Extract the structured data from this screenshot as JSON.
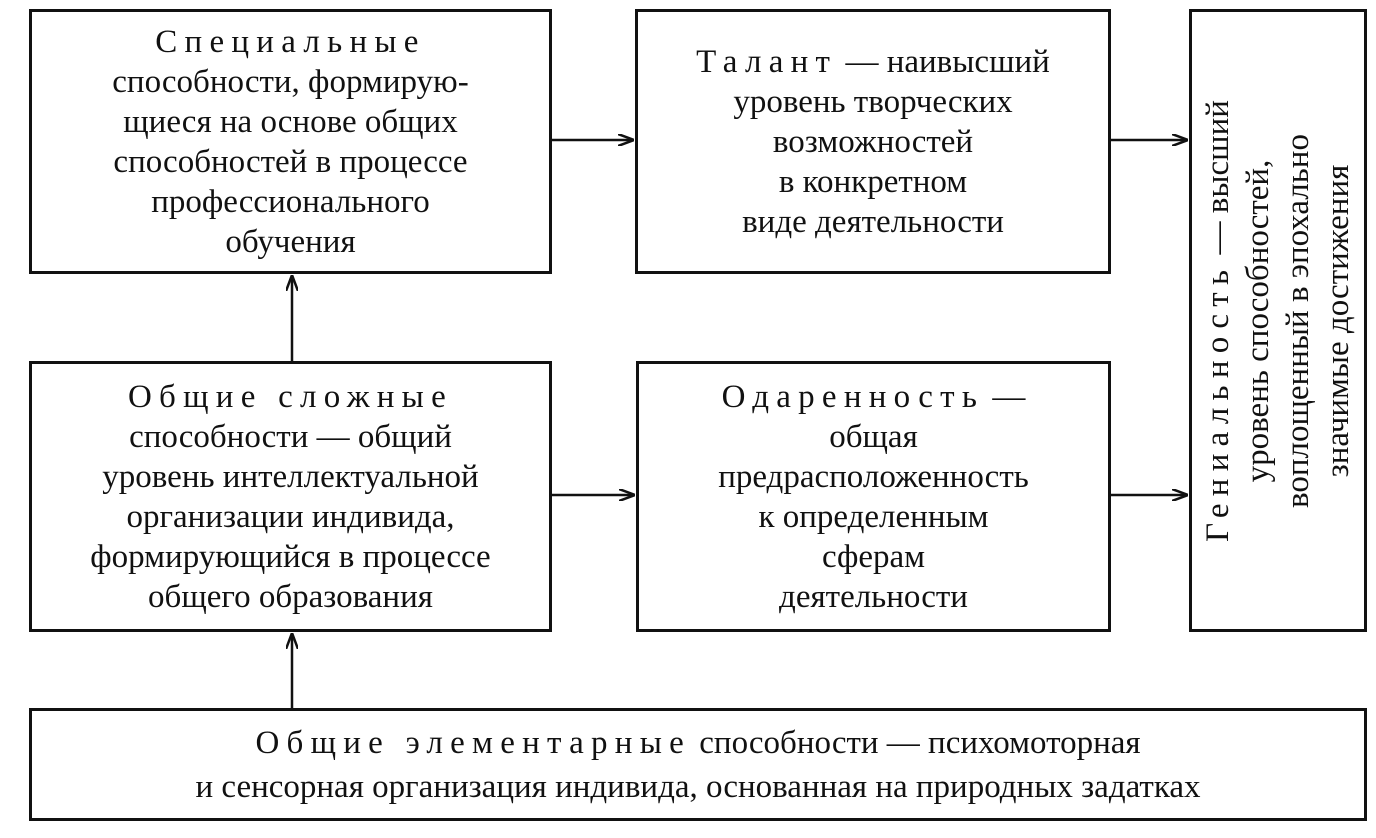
{
  "boxes": {
    "special": {
      "lines": [
        "Специальные",
        "способности, формирую-",
        "щиеся на основе общих",
        "способностей в процессе",
        "профессионального",
        "обучения"
      ]
    },
    "talent": {
      "head": "Талант",
      "lines": [
        "— наивысший",
        "уровень творческих",
        "возможностей",
        "в конкретном",
        "виде деятельности"
      ]
    },
    "general": {
      "lines": [
        "Общие сложные",
        "способности — общий",
        "уровень интеллектуальной",
        "организации индивида,",
        "формирующийся в процессе",
        "общего образования"
      ]
    },
    "gift": {
      "head": "Одаренность",
      "lines": [
        "—",
        "общая",
        "предрасположенность",
        "к определенным",
        "сферам",
        "деятельности"
      ]
    },
    "elementary": {
      "head": "Общие элементарные",
      "lines": [
        "способности — психомоторная",
        "и сенсорная организация индивида, основанная на природных задатках"
      ]
    },
    "genius": {
      "head": "Гениальность",
      "lines": [
        "— высший",
        "уровень способностей,",
        "воплощенный в эпохально",
        "значимые достижения"
      ]
    }
  }
}
